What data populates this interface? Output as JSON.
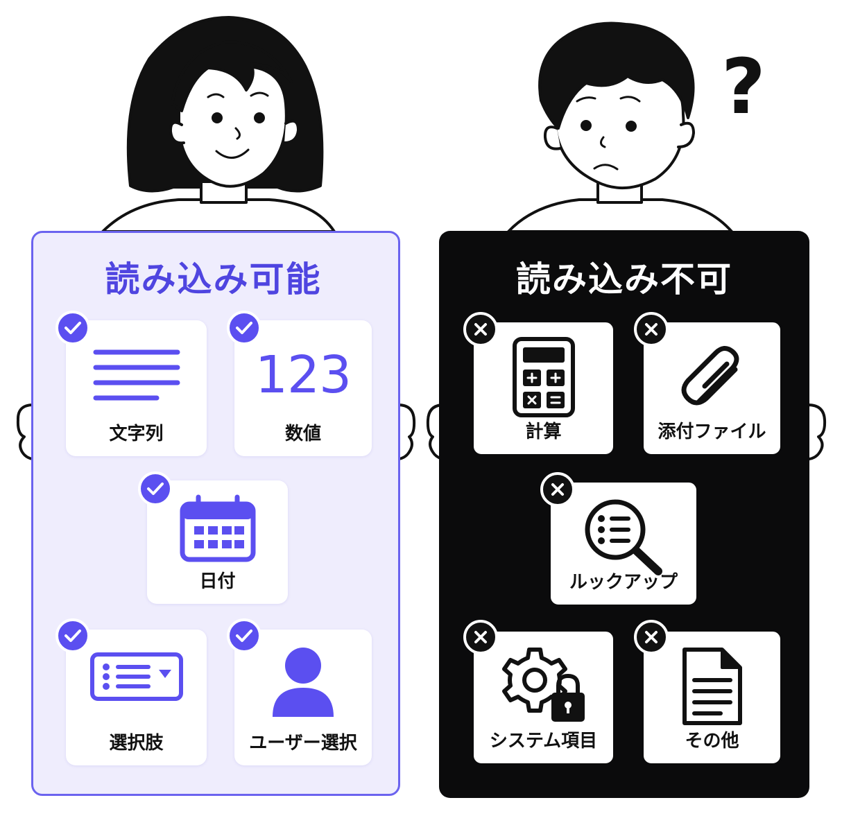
{
  "colors": {
    "accent": "#5b4ff0",
    "left_panel_bg": "#efedfd",
    "right_panel_bg": "#0b0b0c"
  },
  "left_panel": {
    "title": "読み込み可能",
    "items": [
      {
        "label": "文字列",
        "icon": "text-lines-icon",
        "status": "check-icon"
      },
      {
        "label": "数値",
        "icon": "number-icon",
        "icon_text": "123",
        "status": "check-icon"
      },
      {
        "label": "日付",
        "icon": "calendar-icon",
        "status": "check-icon"
      },
      {
        "label": "選択肢",
        "icon": "dropdown-list-icon",
        "status": "check-icon"
      },
      {
        "label": "ユーザー選択",
        "icon": "user-icon",
        "status": "check-icon"
      }
    ]
  },
  "right_panel": {
    "title": "読み込み不可",
    "items": [
      {
        "label": "計算",
        "icon": "calculator-icon",
        "status": "cross-icon"
      },
      {
        "label": "添付ファイル",
        "icon": "paperclip-icon",
        "status": "cross-icon"
      },
      {
        "label": "ルックアップ",
        "icon": "lookup-magnifier-icon",
        "status": "cross-icon"
      },
      {
        "label": "システム項目",
        "icon": "gear-lock-icon",
        "status": "cross-icon"
      },
      {
        "label": "その他",
        "icon": "document-icon",
        "status": "cross-icon"
      }
    ]
  },
  "decorations": {
    "left_person": "smiling-woman-illustration",
    "right_person": "confused-man-illustration",
    "question_mark": "?"
  }
}
